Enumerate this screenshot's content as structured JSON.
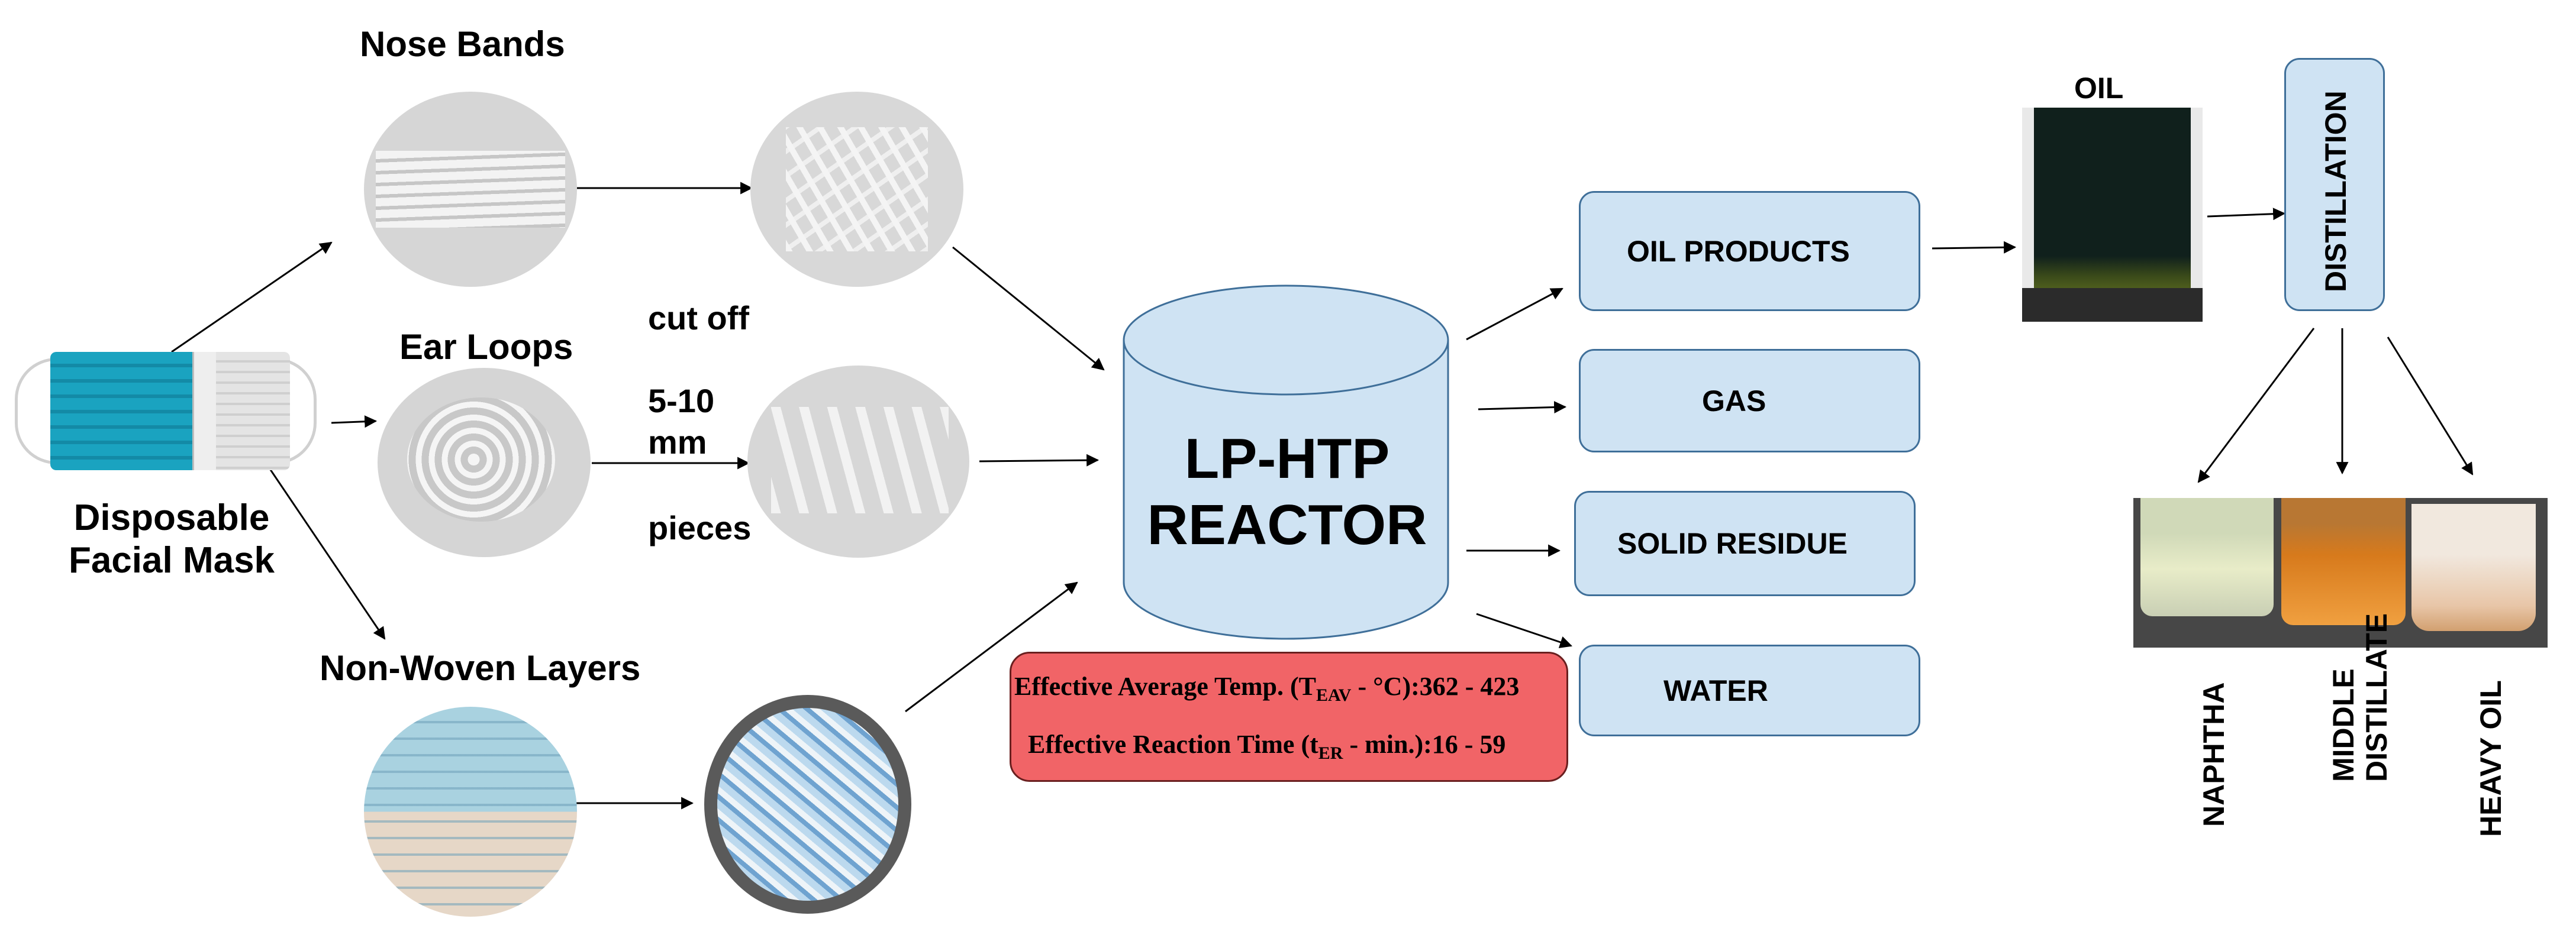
{
  "inputs": {
    "mask_label_line1": "Disposable",
    "mask_label_line2": "Facial Mask",
    "nose_bands": "Nose Bands",
    "ear_loops": "Ear Loops",
    "non_woven": "Non-Woven Layers"
  },
  "cutting": {
    "line1": "cut off",
    "line2": "5-10",
    "line3": "mm",
    "line4": "pieces"
  },
  "reactor": {
    "line1": "LP-HTP",
    "line2": "REACTOR"
  },
  "conditions": {
    "temp_prefix": "Effective Average Temp. (T",
    "temp_sub": "EAV",
    "temp_suffix": " - °C):362 - 423",
    "time_prefix": "Effective Reaction Time (t",
    "time_sub": "ER",
    "time_suffix": " - min.):16 - 59"
  },
  "products": {
    "oil": "OIL PRODUCTS",
    "gas": "GAS",
    "solid": "SOLID RESIDUE",
    "water": "WATER"
  },
  "oil_label": "OIL",
  "distillation": "DISTILLATION",
  "fractions": {
    "naphtha": "NAPHTHA",
    "middle_line1": "MIDDLE",
    "middle_line2": "DISTILLATE",
    "heavy": "HEAVY OIL"
  },
  "colors": {
    "box_fill": "#cfe3f3",
    "conditions_fill": "#f16467",
    "mask_blue": "#1aa3c0"
  }
}
